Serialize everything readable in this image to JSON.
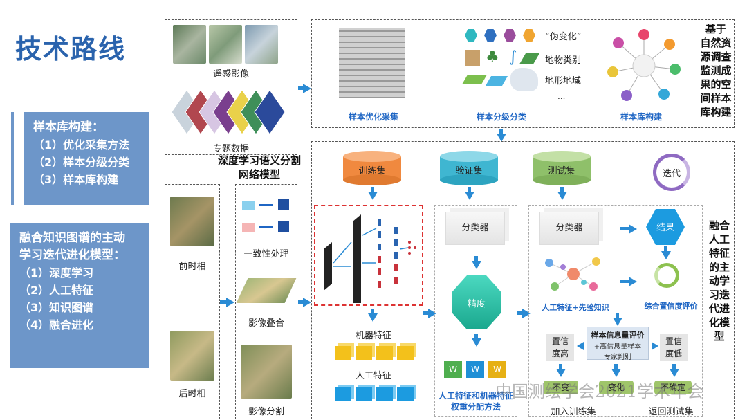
{
  "title": "技术路线",
  "left_panel_1": {
    "lines": [
      "样本库构建：",
      "（1）优化采集方法",
      "（2）样本分级分类",
      "（3）样本库构建"
    ]
  },
  "left_panel_2": {
    "lines": [
      "融合知识图谱的主动",
      "学习迭代进化模型：",
      "（1）深度学习",
      "（2）人工特征",
      "（3）知识图谱",
      "（4）融合进化"
    ]
  },
  "data_sources": {
    "remote": "遥感影像",
    "thematic": "专题数据"
  },
  "top_section": {
    "sample_collect": "样本优化采集",
    "classify_items": [
      "“伪变化”",
      "地物类别",
      "地形地域",
      "..."
    ],
    "sample_classify": "样本分级分类",
    "sample_library": "样本库构建",
    "side_label": [
      "基于",
      "自然资",
      "源调查",
      "监测成",
      "果的空",
      "间样本",
      "库构建"
    ]
  },
  "network_label": [
    "深度学习语义分割",
    "网络模型"
  ],
  "temporal": {
    "pre": "前时相",
    "post": "后时相"
  },
  "processing": {
    "consistency": "一致性处理",
    "overlay": "影像叠合",
    "segmentation": "影像分割"
  },
  "datasets": {
    "train": "训练集",
    "validate": "验证集",
    "test": "测试集",
    "iterate": "迭代"
  },
  "features": {
    "machine": "机器特征",
    "manual": "人工特征"
  },
  "middle": {
    "classifier": "分类器",
    "accuracy": "精度",
    "w": "W",
    "weighting": [
      "人工特征和机器特征",
      "权重分配方法"
    ]
  },
  "right": {
    "classifier": "分类器",
    "result": "结果",
    "manual_prior": "人工特征+先验知识",
    "confidence_eval": "综合置信度评价",
    "info_eval_title": "样本信息量评价",
    "info_eval_sub": [
      "+高信息量样本",
      "专家判别"
    ],
    "conf_high": [
      "置信",
      "度高"
    ],
    "conf_low": [
      "置信",
      "度低"
    ],
    "unchanged": "不变",
    "changed": "变化",
    "uncertain": "不确定",
    "add_train": "加入训练集",
    "return_test": "返回测试集",
    "side_label": [
      "融合",
      "人工",
      "特征",
      "的主",
      "动学",
      "习迭",
      "代进",
      "化模",
      "型"
    ]
  },
  "watermark": "中国测绘学会2021学术年会"
}
